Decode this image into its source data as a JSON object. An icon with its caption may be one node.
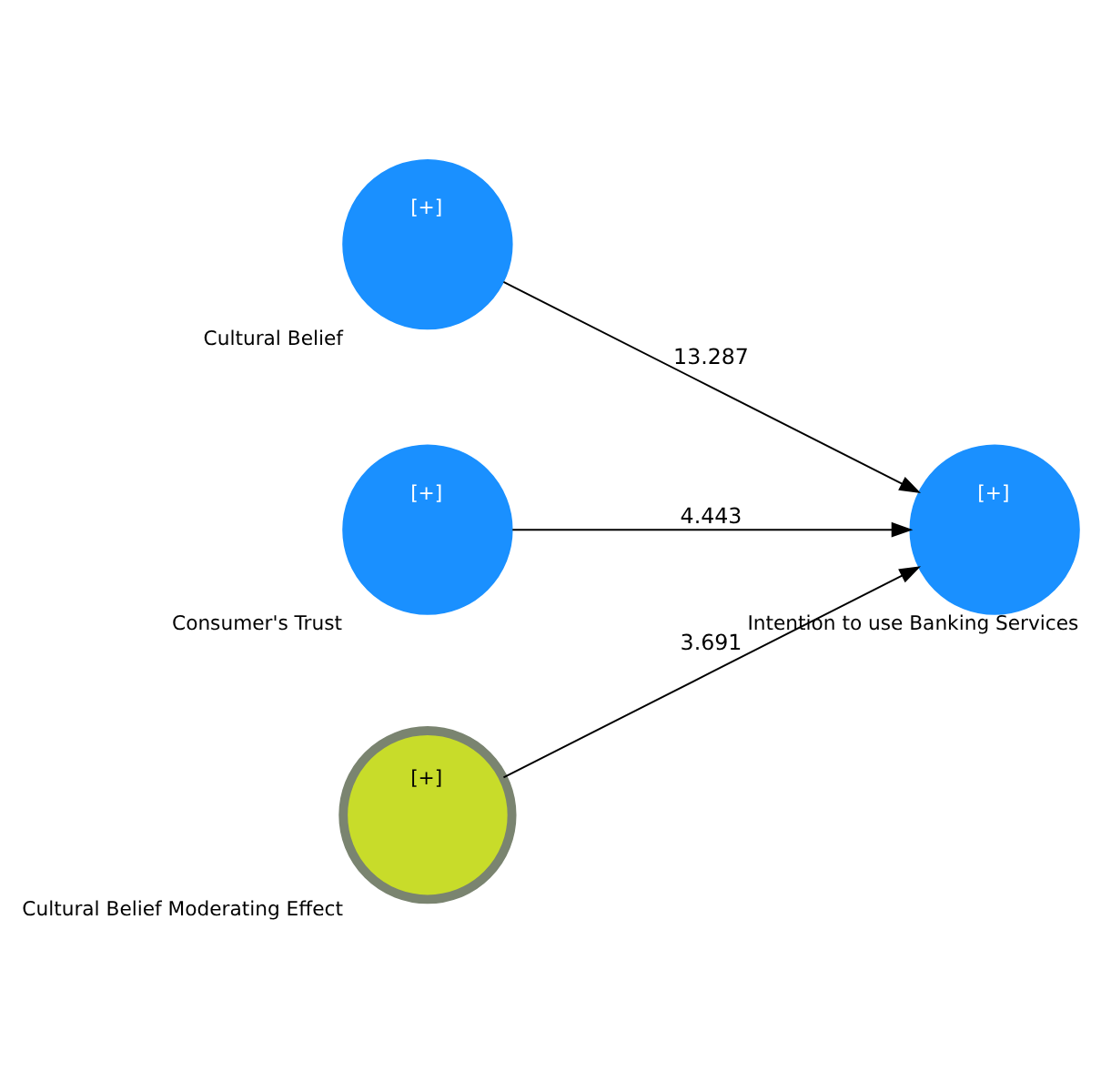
{
  "diagram": {
    "nodes": [
      {
        "text": [
          "[+]",
          "Cultural Belief"
        ]
      },
      {
        "text": [
          "[+]",
          "Consumer's Trust"
        ]
      },
      {
        "text": [
          "[+]",
          "Intention to use Banking Services"
        ]
      },
      {
        "text": [
          "[+]",
          "Cultural Belief Moderating Effect"
        ]
      }
    ],
    "edges": [
      {
        "from": 0,
        "to": 2,
        "arrow": "to",
        "label": "13.287"
      },
      {
        "from": 1,
        "to": 2,
        "arrow": "to",
        "label": "4.443"
      },
      {
        "from": 3,
        "to": 2,
        "arrow": "to",
        "label": "3.691"
      }
    ]
  }
}
